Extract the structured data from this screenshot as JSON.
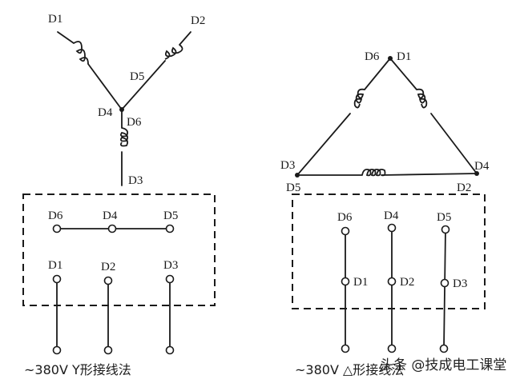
{
  "star": {
    "labels": {
      "d1": "D1",
      "d2": "D2",
      "d5": "D5",
      "d4": "D4",
      "d6": "D6",
      "d3": "D3",
      "box_d6": "D6",
      "box_d4": "D4",
      "box_d5": "D5",
      "box_d1": "D1",
      "box_d2": "D2",
      "box_d3": "D3"
    },
    "caption": "~380V Y形接线法"
  },
  "delta": {
    "labels": {
      "d6": "D6",
      "d1": "D1",
      "d3": "D3",
      "d4": "D4",
      "d5": "D5",
      "d2": "D2",
      "box_d6": "D6",
      "box_d4": "D4",
      "box_d5": "D5",
      "box_d1": "D1",
      "box_d2": "D2",
      "box_d3": "D3"
    },
    "caption": "~380V △形接线法"
  },
  "watermark": "头条 @技成电工课堂"
}
